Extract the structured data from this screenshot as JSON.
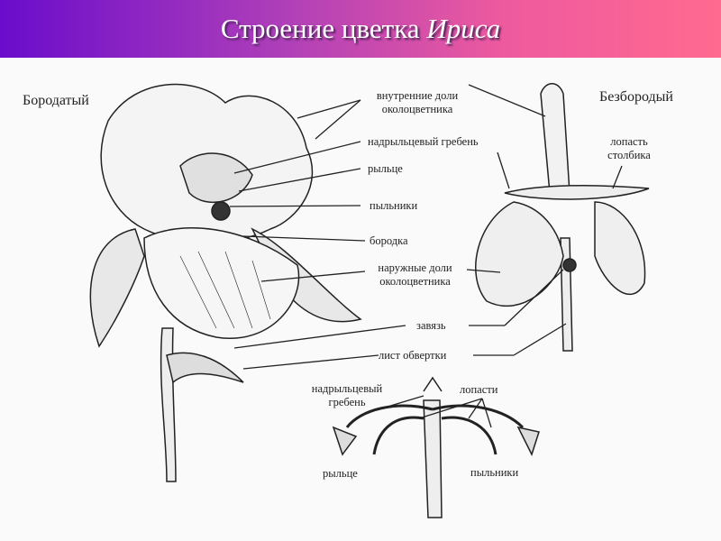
{
  "title": {
    "main": "Строение цветка",
    "italic": "Ириса"
  },
  "types": {
    "bearded": "Бородатый",
    "beardless": "Безбородый"
  },
  "labels": {
    "inner_1": "внутренние доли",
    "inner_2": "околоцветника",
    "crest": "надрыльцевый гребень",
    "stigma": "рыльце",
    "anthers": "пыльники",
    "beard": "бородка",
    "outer_1": "наружные доли",
    "outer_2": "околоцветника",
    "ovary": "завязь",
    "bract": "лист обвертки",
    "style_lobe_1": "лопасть",
    "style_lobe_2": "столбика",
    "crest2_1": "надрыльцевый",
    "crest2_2": "гребень",
    "lobes": "лопасти",
    "stigma2": "рыльце",
    "anthers2": "пыльники"
  },
  "colors": {
    "header_start": "#6a0ccc",
    "header_end": "#ff6a90"
  }
}
